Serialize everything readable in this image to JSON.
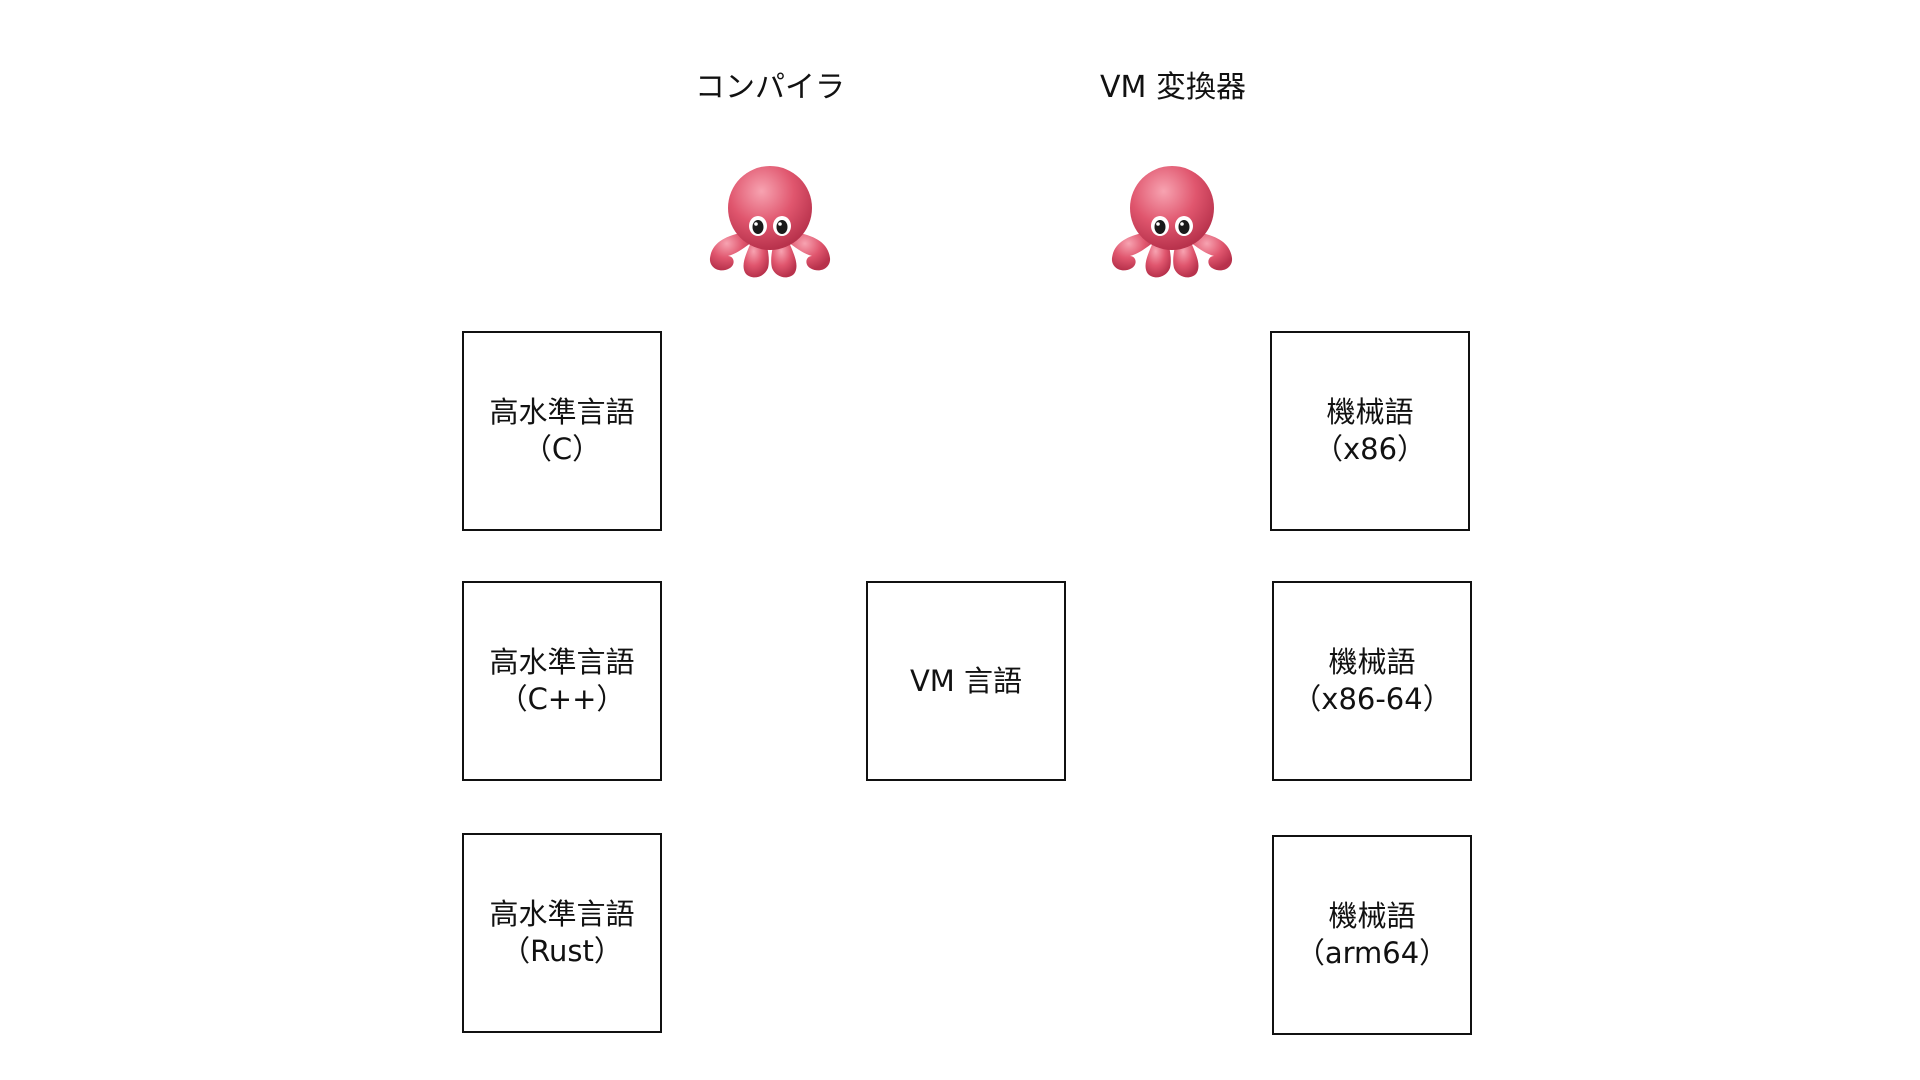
{
  "headings": {
    "compiler": "コンパイラ",
    "vm_translator": "VM 変換器"
  },
  "icons": {
    "compiler_mascot": "octopus-icon",
    "translator_mascot": "octopus-icon",
    "octopus_color": "#e0566e"
  },
  "high_level": [
    {
      "line1": "高水準言語",
      "line2": "（C）"
    },
    {
      "line1": "高水準言語",
      "line2": "（C++）"
    },
    {
      "line1": "高水準言語",
      "line2": "（Rust）"
    }
  ],
  "vm": {
    "label": "VM 言語"
  },
  "machine": [
    {
      "line1": "機械語",
      "line2": "（x86）"
    },
    {
      "line1": "機械語",
      "line2": "（x86-64）"
    },
    {
      "line1": "機械語",
      "line2": "（arm64）"
    }
  ]
}
